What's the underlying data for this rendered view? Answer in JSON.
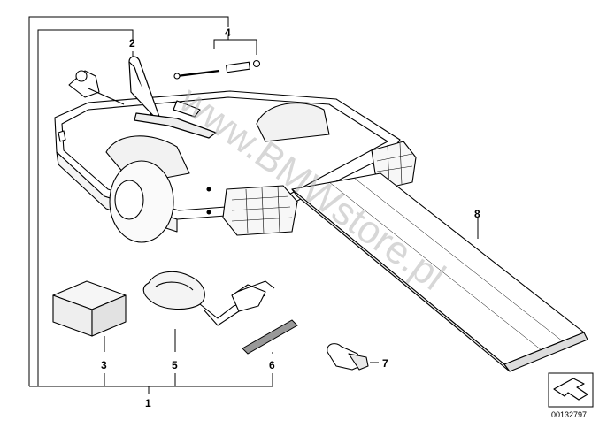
{
  "diagram": {
    "callouts": {
      "c1": "1",
      "c2": "2",
      "c3": "3",
      "c4": "4",
      "c5": "5",
      "c6": "6",
      "c7": "7",
      "c8": "8"
    },
    "document_number": "00132797",
    "watermark": "www.BMWstore.pl"
  }
}
